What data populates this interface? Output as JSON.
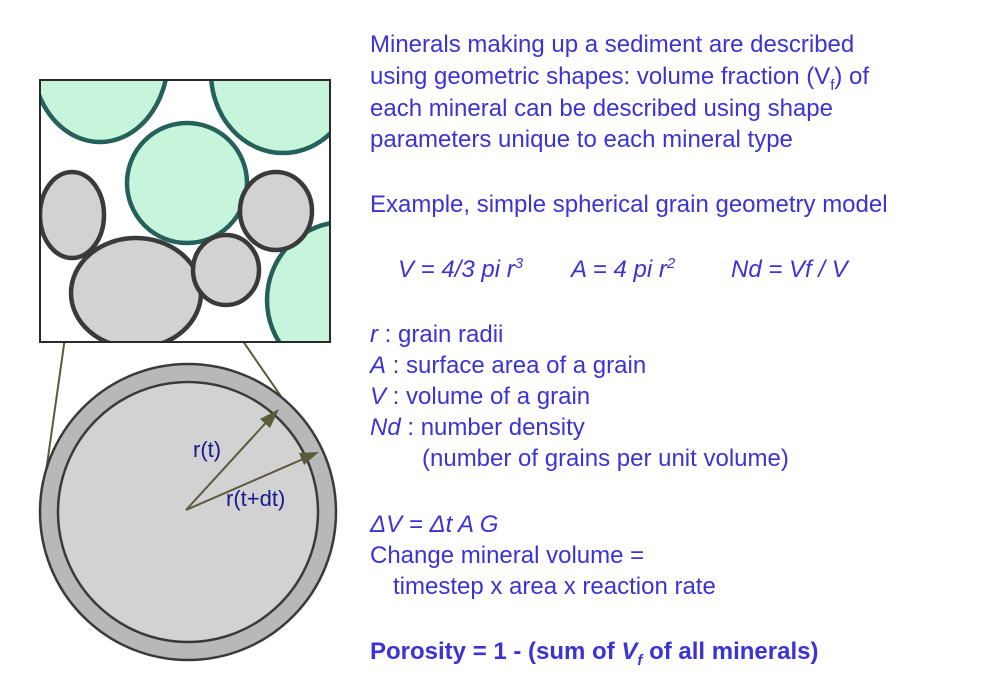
{
  "intro": {
    "line1": "Minerals making up a sediment are described",
    "line2": "using geometric shapes: volume fraction (V",
    "line2_sub": "f",
    "line2_end": ") of",
    "line3": "each mineral can be described using shape",
    "line4": "parameters unique to each mineral type"
  },
  "example_heading": "Example, simple spherical grain geometry model",
  "formulas": {
    "volume": "V = 4/3 pi r",
    "volume_exp": "3",
    "area": "A = 4 pi r",
    "area_exp": "2",
    "number_density": "Nd = Vf / V"
  },
  "definitions": [
    {
      "symbol": "r",
      "desc": " :  grain radii"
    },
    {
      "symbol": "A",
      "desc": " :  surface area of a grain"
    },
    {
      "symbol": "V",
      "desc": " :  volume of a grain"
    },
    {
      "symbol": "Nd",
      "desc": " : number density"
    }
  ],
  "definition_note": "(number of grains per unit volume)",
  "change": {
    "equation": "ΔV = Δt A G",
    "line1": "Change mineral volume =",
    "line2": "timestep x area x reaction rate"
  },
  "porosity": {
    "prefix": "Porosity = 1 - (sum of ",
    "symbol": "V",
    "symbol_sub": "f",
    "suffix": " of all minerals)"
  },
  "diagram": {
    "label_rt": "r(t)",
    "label_rtdt": "r(t+dt)"
  },
  "colors": {
    "text": "#3b33d4",
    "label": "#18188c",
    "green_grain": "#c6f5dc",
    "green_outline": "#25615a",
    "gray_grain": "#d2d2d2",
    "gray_outline": "#3a3a3a",
    "shell": "#b8b8b8",
    "connector": "#5a5a3c"
  }
}
